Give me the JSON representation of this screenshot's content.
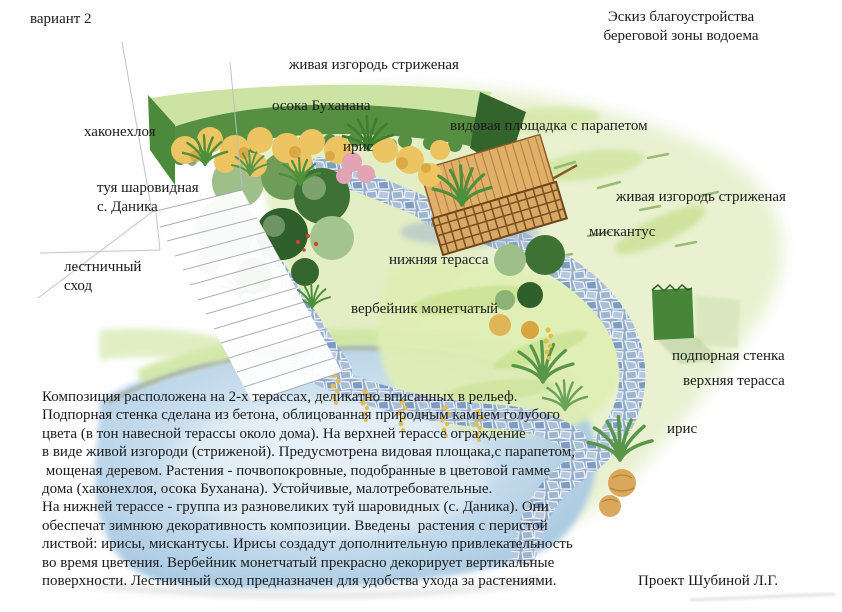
{
  "page": {
    "variant_label": "вариант 2",
    "title": "Эскиз благоустройства\nбереговой зоны водоема",
    "credit": "Проект Шубиной Л.Г."
  },
  "plan_labels": {
    "hedge_top": "живая изгородь стриженая",
    "sedge_buchanan": "осока Буханана",
    "hakonechloa": "хаконехлоя",
    "iris_upper": "ирис",
    "viewing_deck": "видовая площадка с парапетом",
    "thuja": "туя шаровидная\nс. Даника",
    "hedge_right": "живая изгородь стриженая",
    "miscanthus": "мискантус",
    "stairs": "лестничный\nсход",
    "lower_terrace": "нижняя терасса",
    "lysimachia": "вербейник монетчатый",
    "retaining_wall": "подпорная стенка",
    "upper_terrace": "верхняя терасса",
    "iris_lower": "ирис"
  },
  "description": "Композиция расположена на 2-х терассах, деликатно вписанных в рельеф.\nПодпорная стенка сделана из бетона, облицованная природным камнем голубого\nцвета (в тон навесной терассы около дома). На верхней терассе ограждение\nв виде живой изгороди (стриженой). Предусмотрена видовая площака,с парапетом,\n мощеная деревом. Растения - почвопокровные, подобранные в цветовой гамме\nдома (хаконехлоя, осока Буханана). Устойчивые, малотребовательные.\nНа нижней терассе - группа из разновеликих туй шаровидных (с. Даника). Они\nобеспечат зимнюю декоративность композиции. Введены  растения с перистой\nлиствой: ирисы, мискантусы. Ирисы создадут дополнительную привлекательность\nво время цветения. Вербейник монетчатый прекрасно декорирует вертикальные\nповерхности. Лестничный сход предназначен для удобства ухода за растениями.",
  "palette": {
    "hedge_dark": "#578f42",
    "hedge_light": "#cde3a4",
    "upper_terrace_wash": "#e7f0cd",
    "flagstone_blue": "#8ca6c6",
    "water_blue": "#b5d2e8",
    "deck_wood": "#e0b06a",
    "sedge_yellow": "#ecc562",
    "thuja_dark": "#2f5f2b",
    "thuja_light": "#9fbf8a",
    "text": "#1b1b1b"
  }
}
